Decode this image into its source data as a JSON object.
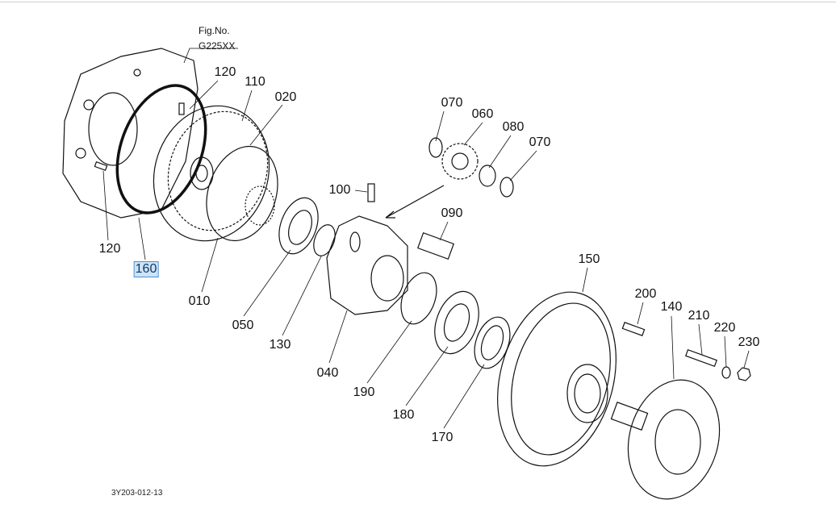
{
  "figure": {
    "fig_label": "Fig.No.",
    "fig_number": "G225XX",
    "drawing_code": "3Y203-012-13"
  },
  "callouts": [
    {
      "id": "120a",
      "text": "120"
    },
    {
      "id": "110",
      "text": "110"
    },
    {
      "id": "020",
      "text": "020"
    },
    {
      "id": "070a",
      "text": "070"
    },
    {
      "id": "060",
      "text": "060"
    },
    {
      "id": "080",
      "text": "080"
    },
    {
      "id": "070b",
      "text": "070"
    },
    {
      "id": "100",
      "text": "100"
    },
    {
      "id": "090",
      "text": "090"
    },
    {
      "id": "120b",
      "text": "120"
    },
    {
      "id": "160",
      "text": "160",
      "selected": true
    },
    {
      "id": "150",
      "text": "150"
    },
    {
      "id": "010",
      "text": "010"
    },
    {
      "id": "050",
      "text": "050"
    },
    {
      "id": "200",
      "text": "200"
    },
    {
      "id": "140",
      "text": "140"
    },
    {
      "id": "210",
      "text": "210"
    },
    {
      "id": "220",
      "text": "220"
    },
    {
      "id": "230",
      "text": "230"
    },
    {
      "id": "130",
      "text": "130"
    },
    {
      "id": "040",
      "text": "040"
    },
    {
      "id": "190",
      "text": "190"
    },
    {
      "id": "180",
      "text": "180"
    },
    {
      "id": "170",
      "text": "170"
    }
  ],
  "colors": {
    "selection": "#cfe3f7",
    "selection_border": "#4a8fd1"
  }
}
